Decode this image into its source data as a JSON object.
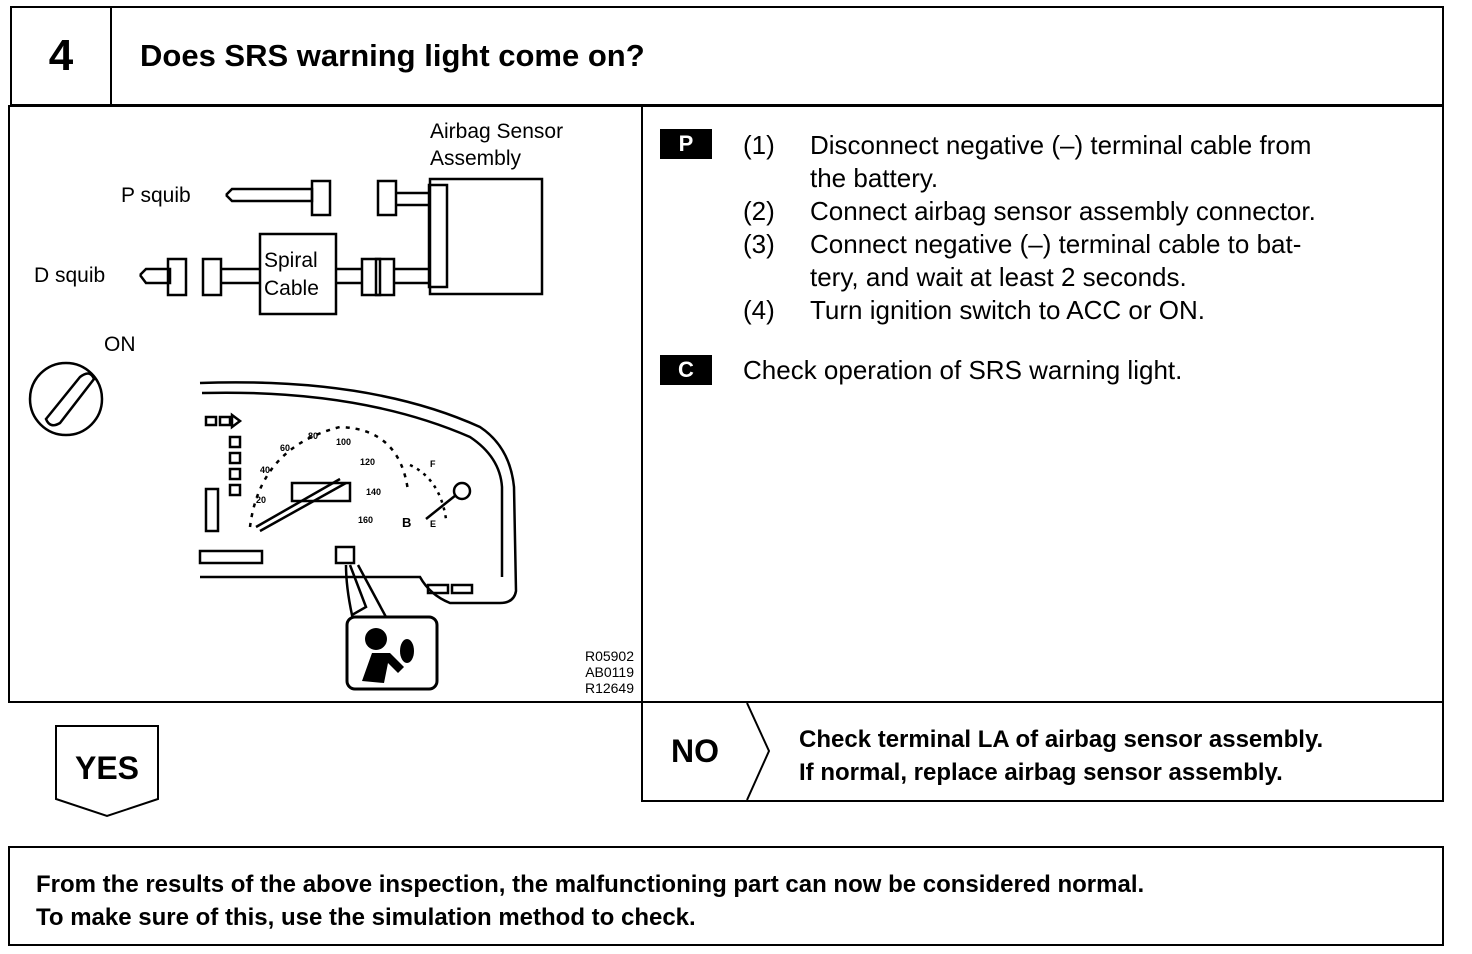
{
  "header": {
    "step_number": "4",
    "title": "Does SRS warning light come on?"
  },
  "figure": {
    "labels": {
      "airbag_sensor": "Airbag Sensor",
      "assembly": "Assembly",
      "p_squib": "P squib",
      "d_squib": "D squib",
      "spiral": "Spiral",
      "cable": "Cable",
      "on": "ON"
    },
    "gauge": {
      "speed_ticks": [
        "20",
        "40",
        "60",
        "80",
        "100",
        "120",
        "140",
        "160"
      ],
      "fuel_full": "F",
      "fuel_empty": "E",
      "temp": "B"
    },
    "codes": [
      "R05902",
      "AB0119",
      "R12649"
    ]
  },
  "procedure": {
    "p_badge": "P",
    "c_badge": "C",
    "steps": [
      {
        "num": "(1)",
        "lines": [
          "Disconnect negative (–) terminal cable from",
          "the battery."
        ]
      },
      {
        "num": "(2)",
        "lines": [
          "Connect airbag sensor assembly connector."
        ]
      },
      {
        "num": "(3)",
        "lines": [
          "Connect negative (–) terminal cable to bat-",
          "tery, and wait at least 2 seconds."
        ]
      },
      {
        "num": "(4)",
        "lines": [
          "Turn ignition switch to ACC or ON."
        ]
      }
    ],
    "check": "Check operation of SRS warning light."
  },
  "results": {
    "yes_label": "YES",
    "no_label": "NO",
    "no_lines": [
      "Check terminal LA of airbag sensor assembly.",
      "If normal, replace airbag sensor assembly."
    ]
  },
  "footer": {
    "lines": [
      "From the results of the above inspection, the malfunctioning part can now be considered normal.",
      "To make sure of this, use the simulation method to check."
    ]
  }
}
